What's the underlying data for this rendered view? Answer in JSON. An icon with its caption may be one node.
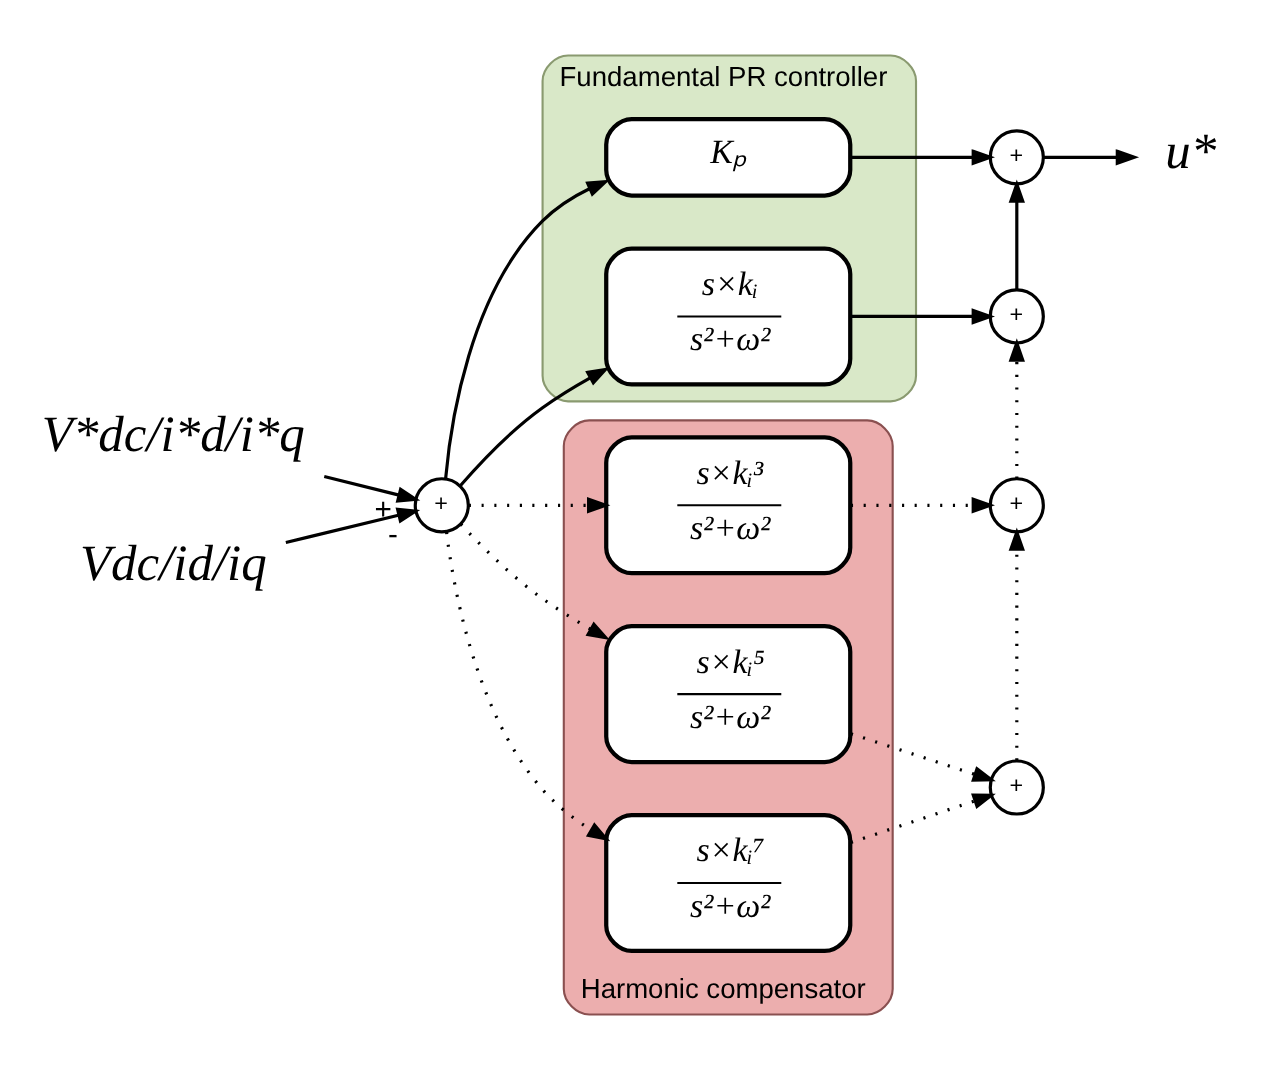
{
  "diagram": {
    "nodes": [
      {
        "text": [
          "V*dc/i*d/i*q"
        ]
      },
      {
        "text": [
          "Vdc/id/iq"
        ]
      },
      {
        "text": [
          "+"
        ]
      },
      {
        "text": [
          "Fundamental PR controller"
        ]
      },
      {
        "text": [
          "Kₚ"
        ],
        "in": 3
      },
      {
        "text": [
          "s×kᵢ",
          "s²+ω²"
        ],
        "in": 3
      },
      {
        "text": [
          "Harmonic compensator"
        ]
      },
      {
        "text": [
          "s×kᵢ³",
          "s²+ω²"
        ],
        "in": 6
      },
      {
        "text": [
          "s×kᵢ⁵",
          "s²+ω²"
        ],
        "in": 6
      },
      {
        "text": [
          "s×kᵢ⁷",
          "s²+ω²"
        ],
        "in": 6
      },
      {
        "text": [
          "+"
        ]
      },
      {
        "text": [
          "+"
        ]
      },
      {
        "text": [
          "+"
        ]
      },
      {
        "text": [
          "+"
        ]
      },
      {
        "text": [
          "u*"
        ]
      }
    ],
    "edges": [
      {
        "from": 0,
        "to": 2,
        "arrow": "to",
        "label": "+"
      },
      {
        "from": 1,
        "to": 2,
        "arrow": "to",
        "label": "-"
      },
      {
        "from": 2,
        "to": 4,
        "arrow": "to"
      },
      {
        "from": 2,
        "to": 5,
        "arrow": "to"
      },
      {
        "from": 2,
        "to": 7,
        "arrow": "to",
        "style": "dashed"
      },
      {
        "from": 2,
        "to": 8,
        "arrow": "to",
        "style": "dashed"
      },
      {
        "from": 2,
        "to": 9,
        "arrow": "to",
        "style": "dashed"
      },
      {
        "from": 4,
        "to": 10,
        "arrow": "to"
      },
      {
        "from": 5,
        "to": 11,
        "arrow": "to"
      },
      {
        "from": 11,
        "to": 10,
        "arrow": "to"
      },
      {
        "from": 7,
        "to": 12,
        "arrow": "to",
        "style": "dashed"
      },
      {
        "from": 8,
        "to": 13,
        "arrow": "to",
        "style": "dashed"
      },
      {
        "from": 9,
        "to": 13,
        "arrow": "to",
        "style": "dashed"
      },
      {
        "from": 13,
        "to": 12,
        "arrow": "to",
        "style": "dashed"
      },
      {
        "from": 12,
        "to": 11,
        "arrow": "to",
        "style": "dashed"
      },
      {
        "from": 10,
        "to": 14,
        "arrow": "to"
      }
    ]
  }
}
